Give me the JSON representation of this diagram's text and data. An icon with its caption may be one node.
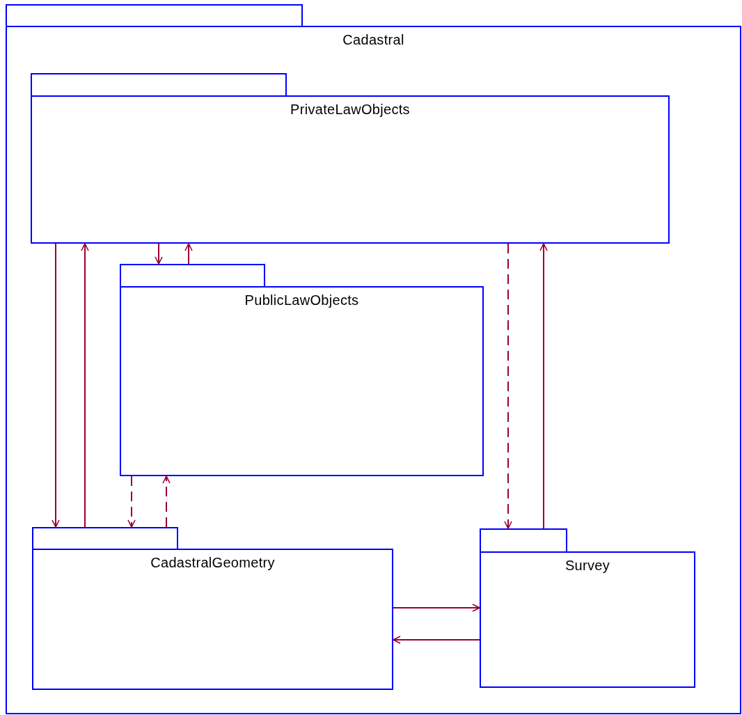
{
  "diagram": {
    "nodes": [
      {
        "text": [
          "Cadastral"
        ]
      },
      {
        "text": [
          "PrivateLawObjects"
        ],
        "in": 0
      },
      {
        "text": [
          "PublicLawObjects"
        ],
        "in": 0
      },
      {
        "text": [
          "CadastralGeometry"
        ],
        "in": 0
      },
      {
        "text": [
          "Survey"
        ],
        "in": 0
      }
    ],
    "edges": [
      {
        "from": 1,
        "to": 3,
        "arrow": "to"
      },
      {
        "from": 3,
        "to": 1,
        "arrow": "to"
      },
      {
        "from": 1,
        "to": 2,
        "arrow": "to"
      },
      {
        "from": 2,
        "to": 1,
        "arrow": "to"
      },
      {
        "from": 2,
        "to": 3,
        "arrow": "to",
        "style": "dashed"
      },
      {
        "from": 3,
        "to": 2,
        "arrow": "to",
        "style": "dashed"
      },
      {
        "from": 1,
        "to": 4,
        "arrow": "to",
        "style": "dashed"
      },
      {
        "from": 4,
        "to": 1,
        "arrow": "to"
      },
      {
        "from": 3,
        "to": 4,
        "arrow": "to"
      },
      {
        "from": 4,
        "to": 3,
        "arrow": "to"
      }
    ]
  }
}
